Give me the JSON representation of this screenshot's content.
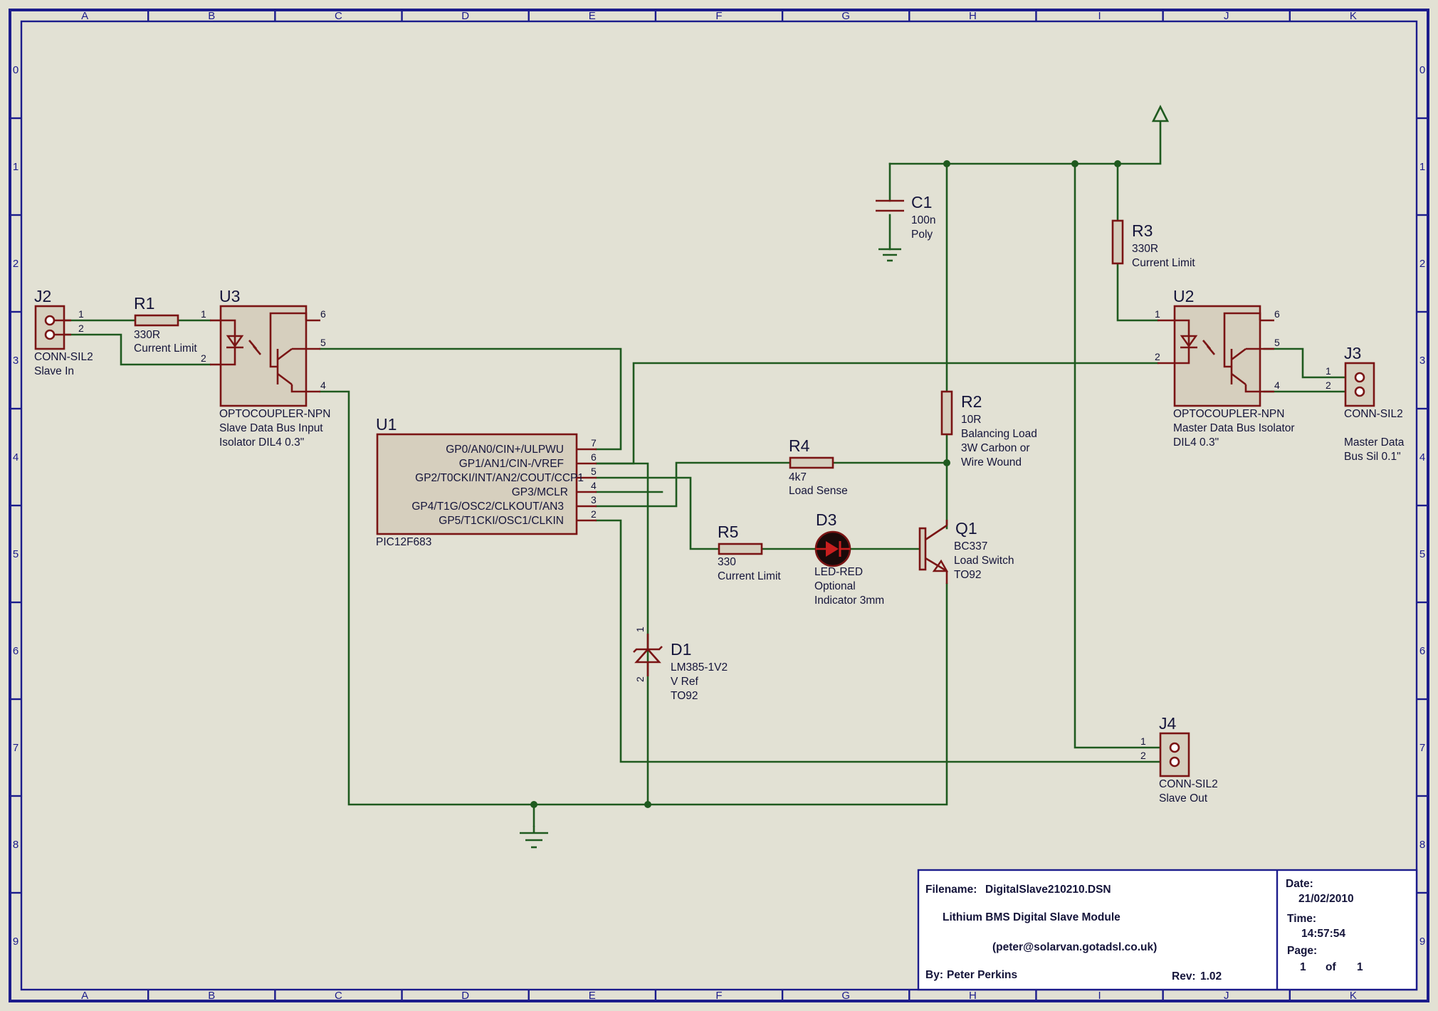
{
  "frame": {
    "columns": [
      "A",
      "B",
      "C",
      "D",
      "E",
      "F",
      "G",
      "H",
      "I",
      "J",
      "K"
    ],
    "rows": [
      "0",
      "1",
      "2",
      "3",
      "4",
      "5",
      "6",
      "7",
      "8",
      "9"
    ]
  },
  "components": {
    "J2": {
      "ref": "J2",
      "pins": [
        "1",
        "2"
      ],
      "lines": [
        "CONN-SIL2",
        "Slave In"
      ]
    },
    "R1": {
      "ref": "R1",
      "lines": [
        "330R",
        "Current Limit"
      ]
    },
    "U3": {
      "ref": "U3",
      "pins": [
        "1",
        "2",
        "6",
        "5",
        "4"
      ],
      "lines": [
        "OPTOCOUPLER-NPN",
        "Slave Data Bus Input",
        "Isolator DIL4 0.3\""
      ]
    },
    "U1": {
      "ref": "U1",
      "pin_names": [
        "GP0/AN0/CIN+/ULPWU",
        "GP1/AN1/CIN-/VREF",
        "GP2/T0CKI/INT/AN2/COUT/CCP1",
        "GP3/MCLR",
        "GP4/T1G/OSC2/CLKOUT/AN3",
        "GP5/T1CKI/OSC1/CLKIN"
      ],
      "pin_numbers": [
        "7",
        "6",
        "5",
        "4",
        "3",
        "2"
      ],
      "part": "PIC12F683"
    },
    "C1": {
      "ref": "C1",
      "lines": [
        "100n",
        "Poly"
      ]
    },
    "R3": {
      "ref": "R3",
      "lines": [
        "330R",
        "Current Limit"
      ]
    },
    "R2": {
      "ref": "R2",
      "lines": [
        "10R",
        "Balancing Load",
        "3W Carbon or",
        "Wire Wound"
      ]
    },
    "R4": {
      "ref": "R4",
      "lines": [
        "4k7",
        "Load Sense"
      ]
    },
    "R5": {
      "ref": "R5",
      "lines": [
        "330",
        "Current Limit"
      ]
    },
    "D3": {
      "ref": "D3",
      "lines": [
        "LED-RED",
        "Optional",
        "Indicator 3mm"
      ]
    },
    "Q1": {
      "ref": "Q1",
      "lines": [
        "BC337",
        "Load Switch",
        "TO92"
      ]
    },
    "D1": {
      "ref": "D1",
      "pins": [
        "1",
        "2"
      ],
      "lines": [
        "LM385-1V2",
        "V Ref",
        "TO92"
      ]
    },
    "U2": {
      "ref": "U2",
      "pins": [
        "1",
        "2",
        "6",
        "5",
        "4"
      ],
      "lines": [
        "OPTOCOUPLER-NPN",
        "Master Data Bus Isolator",
        "DIL4 0.3\""
      ]
    },
    "J3": {
      "ref": "J3",
      "pins": [
        "1",
        "2"
      ],
      "lines": [
        "CONN-SIL2",
        "",
        "Master Data",
        "Bus Sil 0.1\""
      ]
    },
    "J4": {
      "ref": "J4",
      "pins": [
        "1",
        "2"
      ],
      "lines": [
        "CONN-SIL2",
        "Slave Out"
      ]
    }
  },
  "title_block": {
    "filename_label": "Filename:",
    "filename": "DigitalSlave210210.DSN",
    "title": "Lithium BMS Digital Slave Module",
    "email": "(peter@solarvan.gotadsl.co.uk)",
    "by_label": "By:",
    "author": "Peter Perkins",
    "rev_label": "Rev:",
    "rev": "1.02",
    "date_label": "Date:",
    "date": "21/02/2010",
    "time_label": "Time:",
    "time": "14:57:54",
    "page_label": "Page:",
    "page": "1",
    "of_label": "of",
    "pages": "1"
  }
}
